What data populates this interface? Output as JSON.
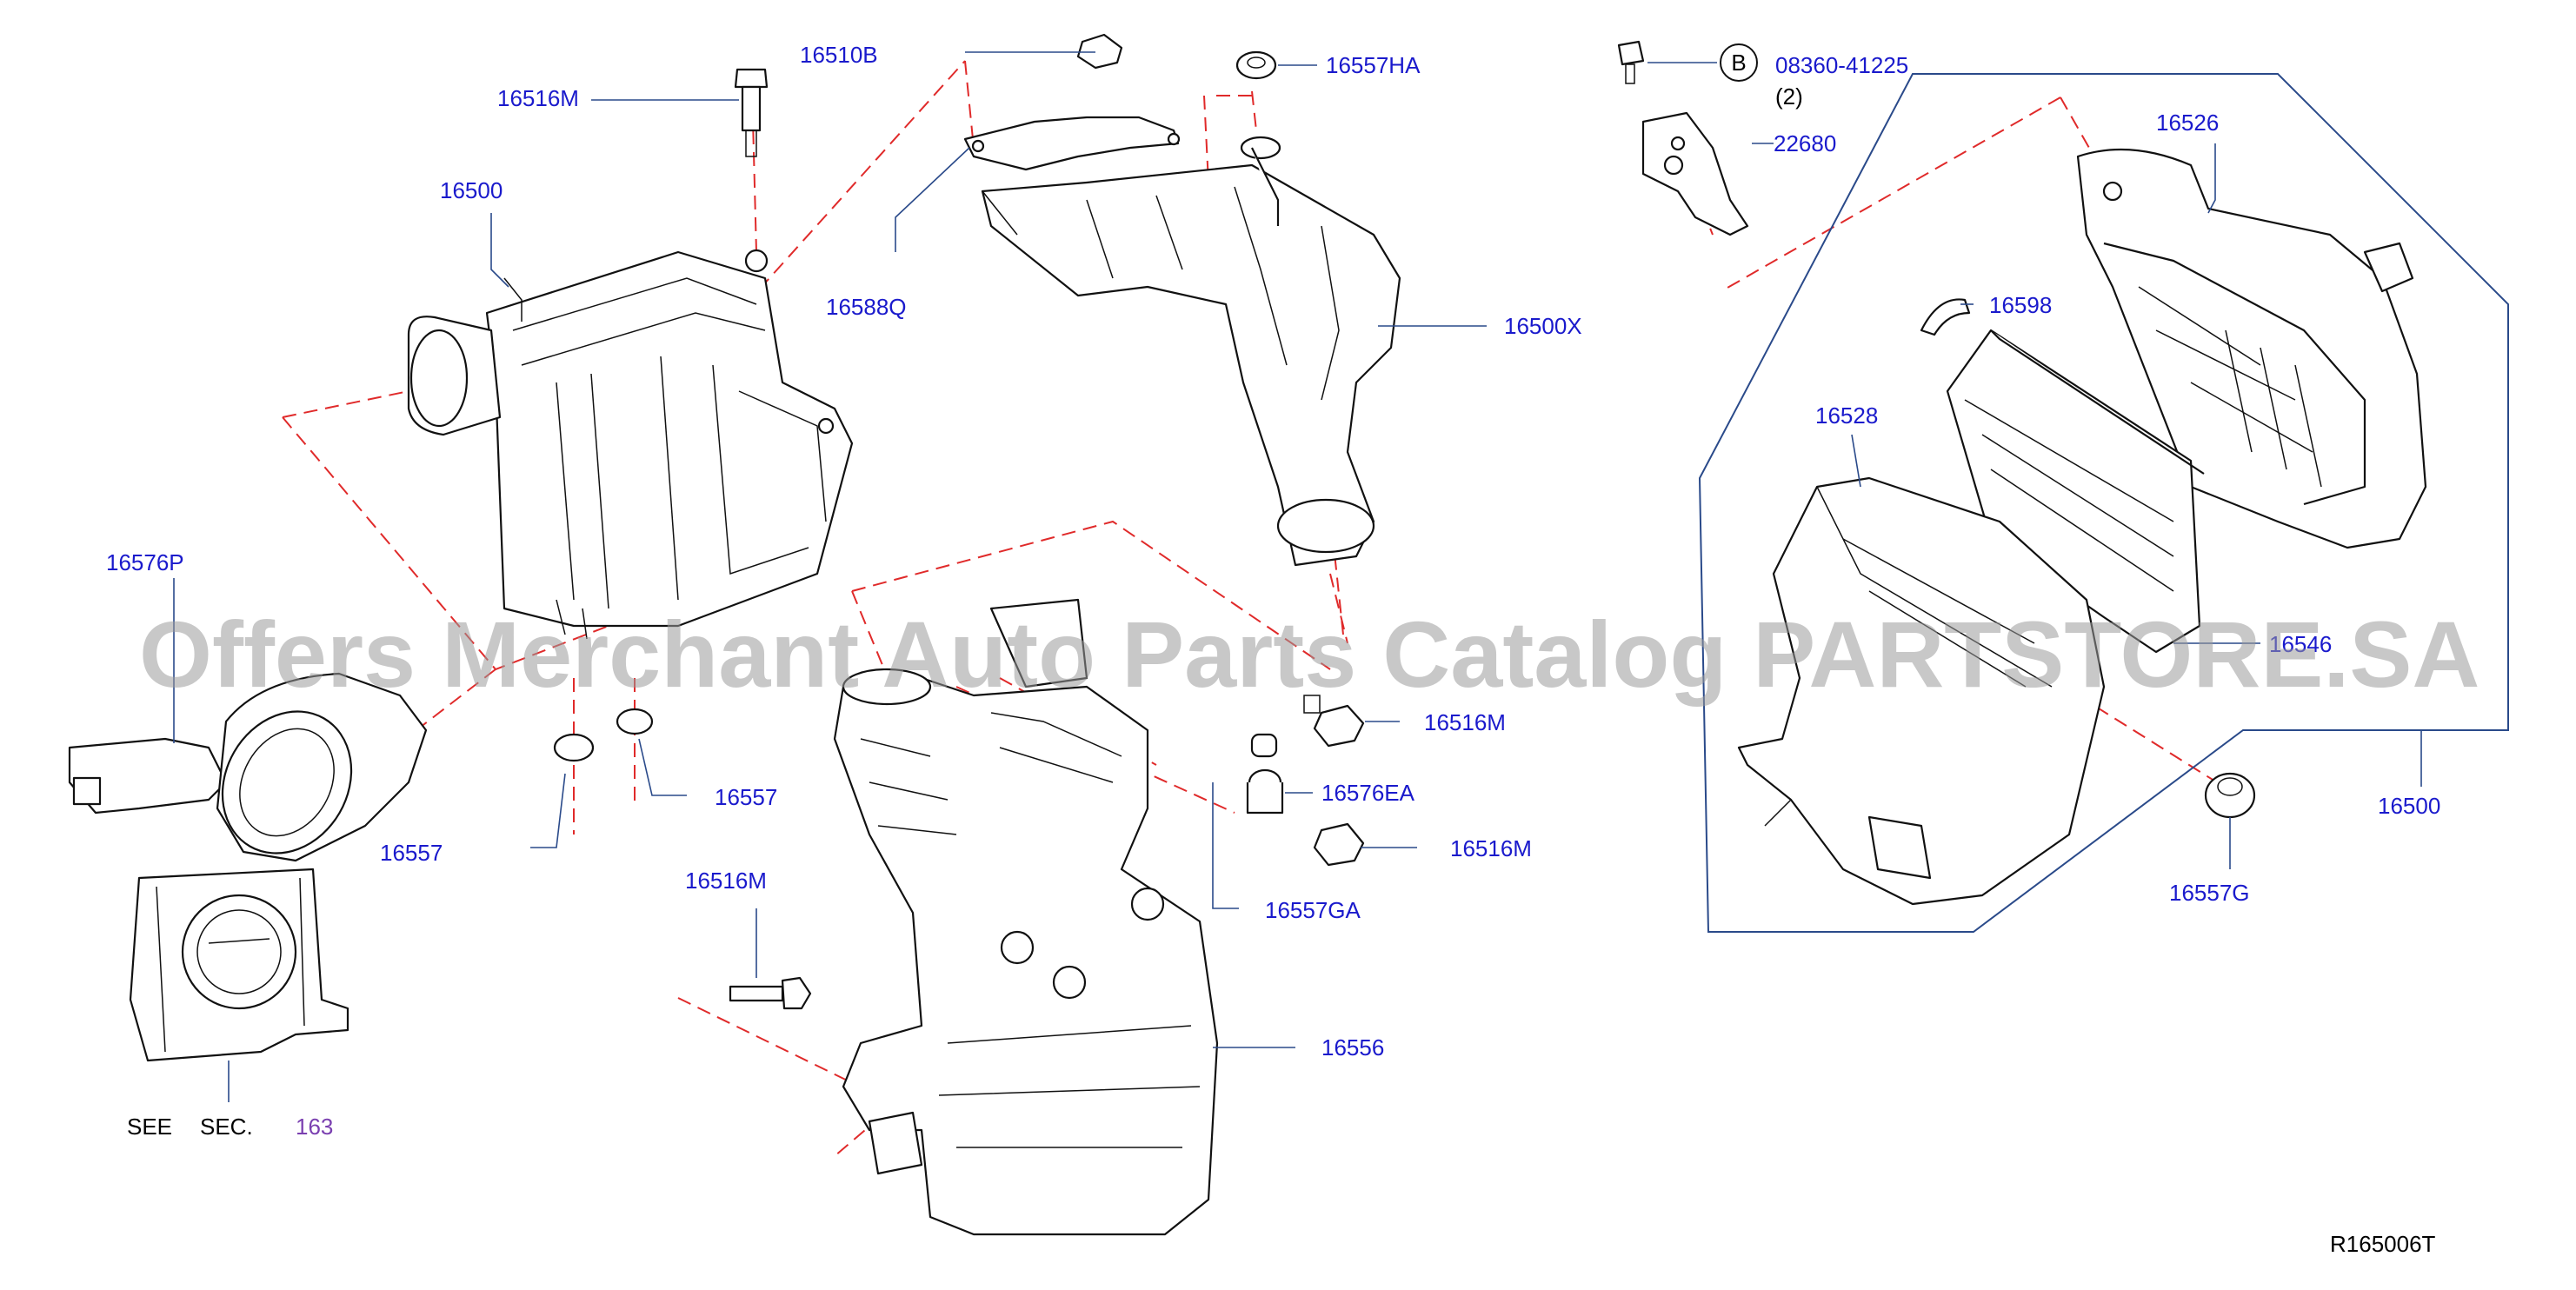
{
  "diagram": {
    "code": "R165006T",
    "watermark": "Offers Merchant Auto Parts Catalog PARTSTORE.SA",
    "see_section": {
      "see": "SEE",
      "sec": "SEC.",
      "number": "163"
    },
    "bolt_note": {
      "circle_letter": "B",
      "part": "08360-41225",
      "qty": "(2)"
    },
    "labels": {
      "p16510B": "16510B",
      "p16516M_a": "16516M",
      "p16500_a": "16500",
      "p16557HA": "16557HA",
      "p16588Q": "16588Q",
      "p16500X": "16500X",
      "p22680": "22680",
      "p16526": "16526",
      "p16598": "16598",
      "p16528": "16528",
      "p16546": "16546",
      "p16500_b": "16500",
      "p16557G": "16557G",
      "p16576P": "16576P",
      "p16557_a": "16557",
      "p16557_b": "16557",
      "p16516M_b": "16516M",
      "p16576EA": "16576EA",
      "p16516M_c": "16516M",
      "p16557GA": "16557GA",
      "p16516M_d": "16516M",
      "p16556": "16556"
    }
  }
}
